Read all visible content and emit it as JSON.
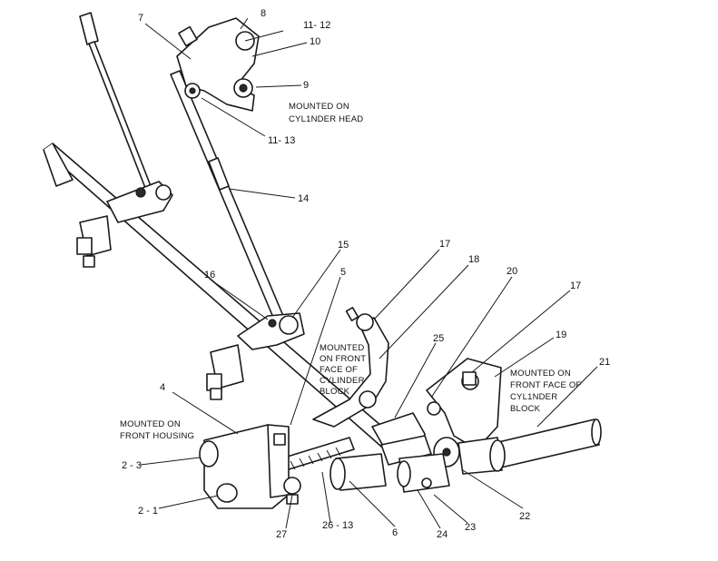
{
  "callouts": [
    {
      "id": "c8",
      "text": "8"
    },
    {
      "id": "c11-12",
      "text": "11- 12"
    },
    {
      "id": "c10",
      "text": "10"
    },
    {
      "id": "c7",
      "text": "7"
    },
    {
      "id": "c9",
      "text": "9"
    },
    {
      "id": "c11-13",
      "text": "11- 13"
    },
    {
      "id": "c14",
      "text": "14"
    },
    {
      "id": "c15",
      "text": "15"
    },
    {
      "id": "c5",
      "text": "5"
    },
    {
      "id": "c16",
      "text": "16"
    },
    {
      "id": "c17a",
      "text": "17"
    },
    {
      "id": "c18",
      "text": "18"
    },
    {
      "id": "c20",
      "text": "20"
    },
    {
      "id": "c17b",
      "text": "17"
    },
    {
      "id": "c19",
      "text": "19"
    },
    {
      "id": "c21",
      "text": "21"
    },
    {
      "id": "c25",
      "text": "25"
    },
    {
      "id": "c4",
      "text": "4"
    },
    {
      "id": "c2-3",
      "text": "2 - 3"
    },
    {
      "id": "c2-1",
      "text": "2 - 1"
    },
    {
      "id": "c27",
      "text": "27"
    },
    {
      "id": "c26-13",
      "text": "26 - 13"
    },
    {
      "id": "c6",
      "text": "6"
    },
    {
      "id": "c24",
      "text": "24"
    },
    {
      "id": "c23",
      "text": "23"
    },
    {
      "id": "c22",
      "text": "22"
    }
  ],
  "notes": {
    "cylinder_head": [
      "MOUNTED ON",
      "CYL1NDER HEAD"
    ],
    "front_face_left": [
      "MOUNTED",
      "ON FRONT",
      "FACE OF",
      "CYLINDER",
      "BLOCK"
    ],
    "front_face_right": [
      "MOUNTED ON",
      "FRONT FACE OF",
      "CYL1NDER",
      "BLOCK"
    ],
    "front_housing": [
      "MOUNTED ON",
      "FRONT HOUSING"
    ]
  }
}
